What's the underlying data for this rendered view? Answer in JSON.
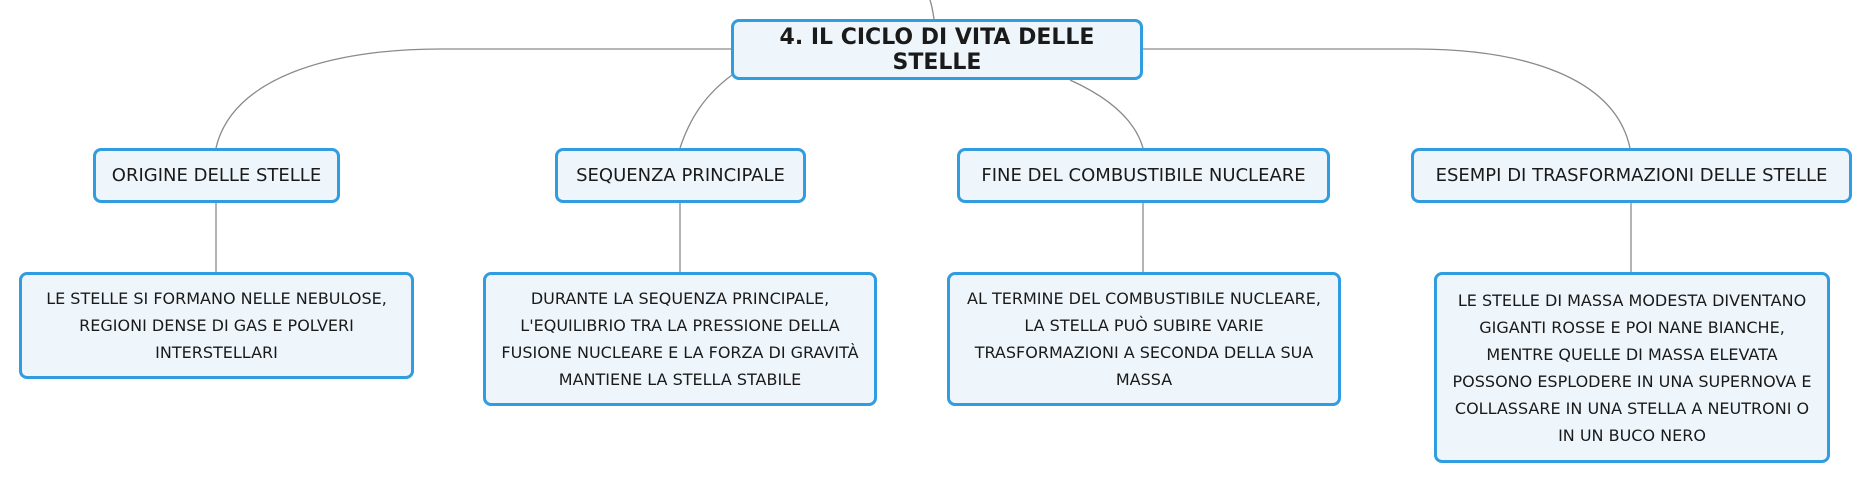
{
  "root": {
    "label": "4. IL CICLO DI VITA DELLE STELLE"
  },
  "branches": [
    {
      "label": "ORIGINE DELLE STELLE",
      "detail": "LE STELLE SI FORMANO NELLE NEBULOSE, REGIONI DENSE DI GAS E POLVERI INTERSTELLARI"
    },
    {
      "label": "SEQUENZA PRINCIPALE",
      "detail": "DURANTE LA SEQUENZA PRINCIPALE, L'EQUILIBRIO TRA LA PRESSIONE DELLA FUSIONE NUCLEARE E LA FORZA DI GRAVITÀ MANTIENE LA STELLA STABILE"
    },
    {
      "label": "FINE DEL COMBUSTIBILE NUCLEARE",
      "detail": "AL TERMINE DEL COMBUSTIBILE NUCLEARE, LA STELLA PUÒ SUBIRE VARIE TRASFORMAZIONI A SECONDA DELLA SUA MASSA"
    },
    {
      "label": "ESEMPI DI TRASFORMAZIONI DELLE STELLE",
      "detail": "LE STELLE DI MASSA MODESTA DIVENTANO GIGANTI ROSSE E POI NANE BIANCHE, MENTRE QUELLE DI MASSA ELEVATA POSSONO ESPLODERE IN UNA SUPERNOVA E COLLASSARE IN UNA STELLA A NEUTRONI O IN UN BUCO NERO"
    }
  ]
}
